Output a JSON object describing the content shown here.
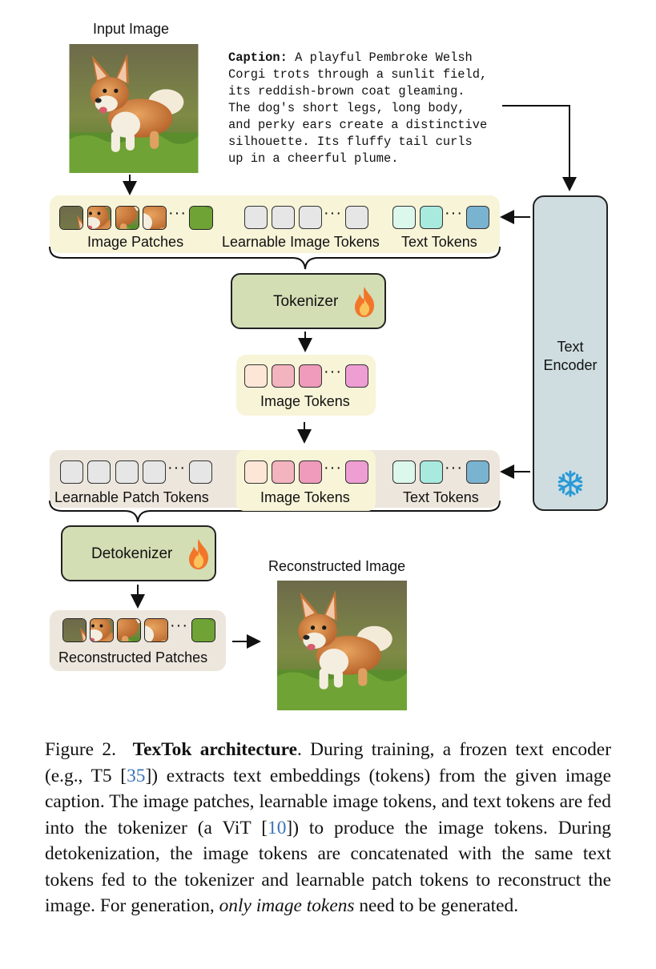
{
  "labels": {
    "input_image": "Input Image",
    "caption_prefix": "Caption:",
    "caption_body": " A playful Pembroke Welsh\nCorgi trots through a sunlit field,\nits reddish-brown coat gleaming.\nThe dog's short legs, long body,\nand perky ears create a distinctive\nsilhouette. Its fluffy tail curls\nup in a cheerful plume.",
    "image_patches": "Image Patches",
    "learnable_image_tokens": "Learnable Image Tokens",
    "text_tokens": "Text Tokens",
    "tokenizer": "Tokenizer",
    "image_tokens": "Image Tokens",
    "learnable_patch_tokens": "Learnable Patch Tokens",
    "image_tokens_2": "Image Tokens",
    "text_tokens_2": "Text Tokens",
    "detokenizer": "Detokenizer",
    "reconstructed_patches": "Reconstructed Patches",
    "reconstructed_image": "Reconstructed Image",
    "text_encoder_line1": "Text",
    "text_encoder_line2": "Encoder",
    "ellipsis": "···"
  },
  "icons": {
    "fire": "fire-icon",
    "snowflake": "snowflake-icon"
  },
  "figure_caption": {
    "fig_number": "Figure 2.",
    "title": "TexTok architecture",
    "p1": ". During training, a frozen text encoder (e.g., T5 [",
    "ref1": "35",
    "p2": "]) extracts text embeddings (tokens) from the given image caption. The image patches, learnable image tokens, and text tokens are fed into the tokenizer (a ViT [",
    "ref2": "10",
    "p3": "]) to produce the image tokens. During detokenization, the image tokens are concatenated with the same text tokens fed to the tokenizer and learnable patch tokens to reconstruct the image. For generation, ",
    "emph": "only image tokens",
    "p4": " need to be generated."
  },
  "colors": {
    "tokenizer_green": "#d3deb5",
    "encoder_blue": "#cfdde1",
    "panel_cream": "#f8f4d8",
    "panel_beige": "#ede6dc",
    "ref_blue": "#3b73b9"
  }
}
